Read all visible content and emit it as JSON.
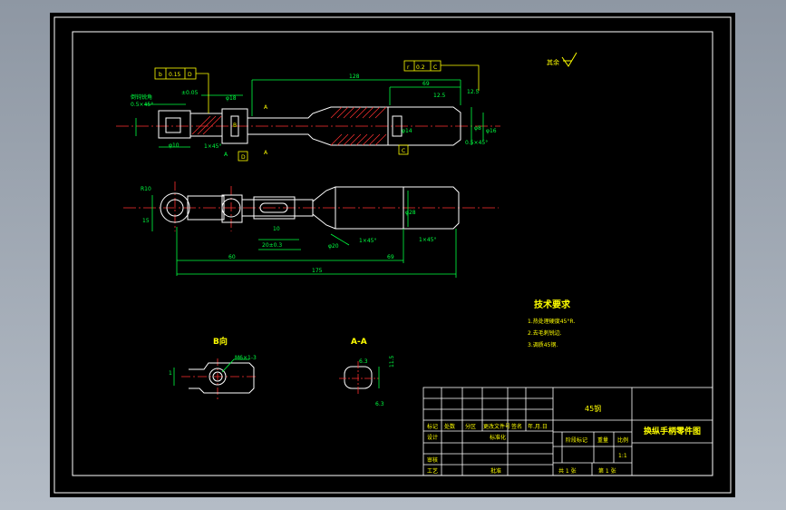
{
  "drawing": {
    "colors": {
      "background": "#000000",
      "border": "#ffffff",
      "outline": "#ffffff",
      "dimension": "#00ff40",
      "centerline": "#ff3030",
      "hatch": "#ff3030",
      "annotation": "#ffff00",
      "title_text": "#ffff00"
    },
    "roughness_symbol": "其余",
    "top_view": {
      "dim_overall": "128",
      "dim_right": "69",
      "dim_pos": "±0.05",
      "dim_12_5": "12.5",
      "chamfer_right": "0.5×45°",
      "chamfer_left": "0.5×45°",
      "chamfer_mid": "1×45°",
      "chamfer_label": "倒钝锐角",
      "tolerance_frame_left": [
        "b",
        "0.15",
        "D"
      ],
      "tolerance_frame_right": [
        "r",
        "0.2",
        "C"
      ],
      "datum_d": "D",
      "datum_c": "C",
      "section_mark_a": "A",
      "section_mark_b": "B",
      "phi_dims": [
        "φ10",
        "φ18",
        "φ14",
        "φ8",
        "φ16"
      ],
      "roughness_12_5": "12.5",
      "label_a": "A"
    },
    "front_view": {
      "r10": "R10",
      "dim_15": "15",
      "dim_10": "10",
      "dim_20": "20±0.3",
      "dim_60": "60",
      "dim_69": "69",
      "dim_175": "175",
      "chamfer_1": "1×45°",
      "chamfer_2": "1×45°",
      "phi_mid": "φ20",
      "phi_right": "φ28"
    },
    "view_b": {
      "title": "B向",
      "dim_label": "M6×1-3",
      "side_dim": "1"
    },
    "section_aa": {
      "title": "A-A",
      "dim_top": "6.3",
      "dim_right": "11.5",
      "dim_bottom": "6.3"
    },
    "tech_requirements": {
      "title": "技术要求",
      "items": [
        "1.热处理硬度45°R.",
        "2.去毛刺锐边.",
        "3.调质45钢."
      ]
    },
    "title_block": {
      "material": "45钢",
      "drawing_name": "换纵手柄零件图",
      "headers": [
        "标记",
        "处数",
        "分区",
        "更改文件号",
        "签名",
        "年.月.日"
      ],
      "row_design": [
        "设计",
        "",
        "标准化"
      ],
      "row_review": "审核",
      "row_process": "工艺",
      "row_approve": "批准",
      "stage_label": "阶段标记",
      "weight_label": "重量",
      "scale_label": "比例",
      "scale_value": "1:1",
      "sheets_total": "共 1 张",
      "sheet_no": "第 1 张"
    }
  }
}
